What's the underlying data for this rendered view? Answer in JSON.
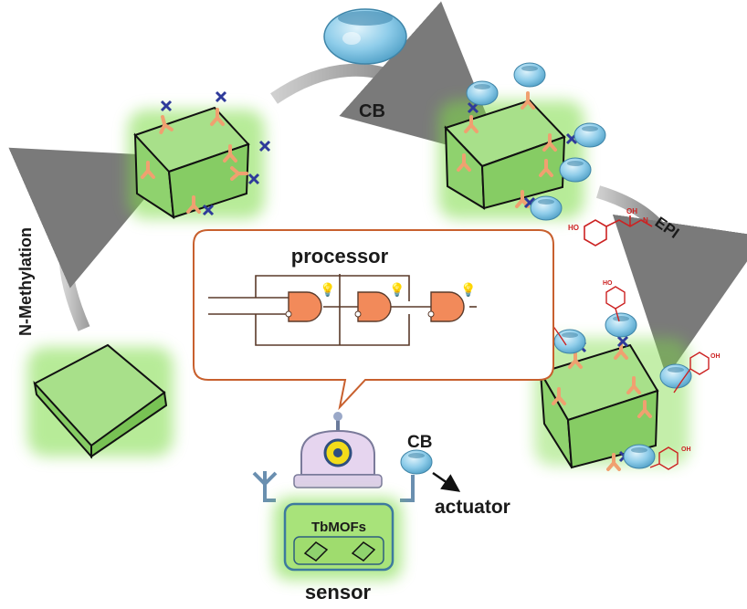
{
  "labels": {
    "cb_top": "CB",
    "epi": "EPI",
    "n_methylation": "N-Methylation",
    "processor": "processor",
    "cb_robot": "CB",
    "actuator": "actuator",
    "tbmofs": "TbMOFs",
    "sensor": "sensor"
  },
  "molecule_labels": {
    "hydroxyl": "HO",
    "hydroxyl2": "OH",
    "amine": "N",
    "hydrogen": "H"
  },
  "colors": {
    "cube_face": "#8fd26e",
    "cube_glow": "#7ddb44",
    "cb_blue": "#7fc4e6",
    "linker_orange": "#f0a070",
    "methyl_cross": "#2e3a9a",
    "gate_orange": "#f28a5a",
    "bubble_border": "#c8602e",
    "epi_red": "#cc2222",
    "arrow_grey": "#8a8a8a",
    "robot_head": "#e6d5ef",
    "robot_eye": "#f2dc1a",
    "robot_body_border": "#3d7a9e"
  }
}
